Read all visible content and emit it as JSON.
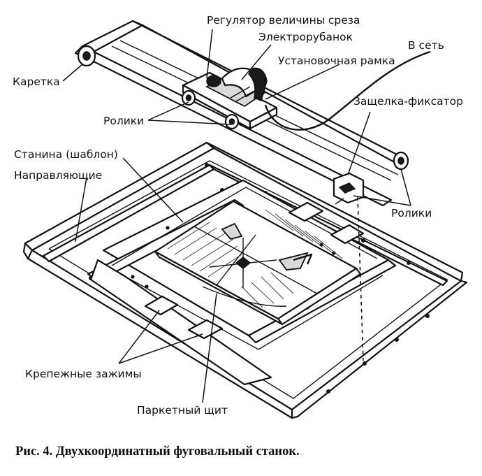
{
  "labels": {
    "regulator": "Регулятор величины среза",
    "planer": "Электрорубанок",
    "frame": "Установочная рамка",
    "carriage": "Каретка",
    "power": "В сеть",
    "latch": "Защелка-фиксатор",
    "rollers_top": "Ролики",
    "bed": "Станина (шаблон)",
    "guides": "Направляющие",
    "rollers_right": "Ролики",
    "clamps": "Крепежные зажимы",
    "panel": "Паркетный щит"
  },
  "caption": "Рис. 4. Двухкоординатный фуговальный станок."
}
